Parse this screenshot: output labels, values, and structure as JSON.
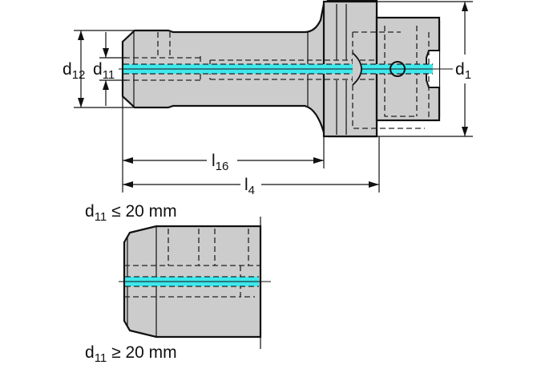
{
  "diagram": {
    "title": "Tool holder technical drawing",
    "colors": {
      "body": "#cccccc",
      "coolant": "#3ee8ec",
      "line": "#111111"
    },
    "labels": {
      "d12": {
        "main": "d",
        "sub": "12"
      },
      "d11": {
        "main": "d",
        "sub": "11"
      },
      "d1": {
        "main": "d",
        "sub": "1"
      },
      "l16": {
        "main": "l",
        "sub": "16"
      },
      "l4": {
        "main": "l",
        "sub": "4"
      }
    },
    "detail_captions": {
      "top": {
        "main": "d",
        "sub": "11",
        "rest": " ≤ 20 mm"
      },
      "bottom": {
        "main": "d",
        "sub": "11",
        "rest": " ≥ 20 mm"
      }
    }
  }
}
